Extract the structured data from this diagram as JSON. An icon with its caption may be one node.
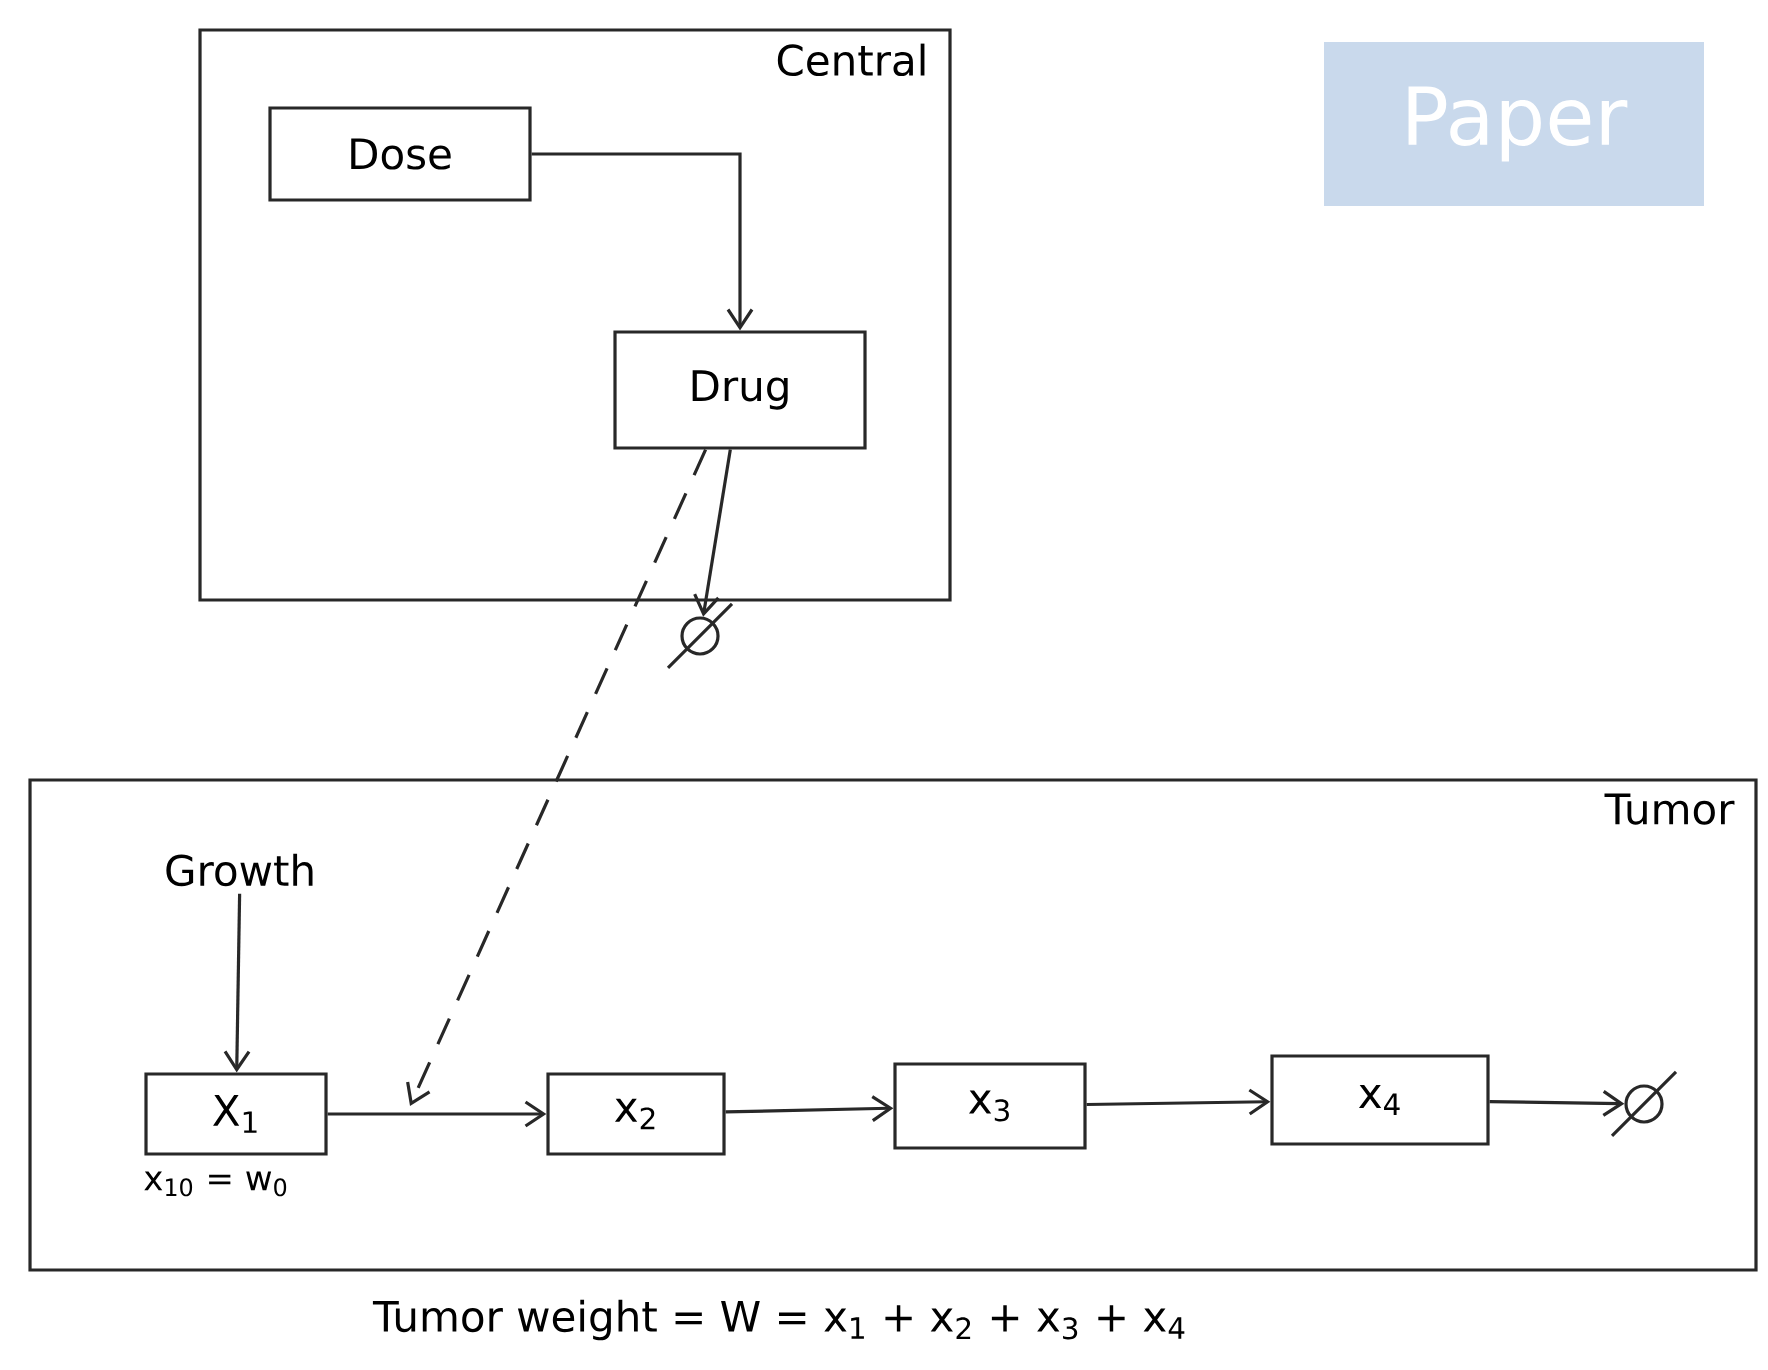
{
  "diagram": {
    "nodes": [
      {
        "text": [
          "Central"
        ]
      },
      {
        "text": [
          "Dose"
        ],
        "in": 0
      },
      {
        "text": [
          "Drug"
        ],
        "in": 0
      },
      {
        "text": [],
        "shape": "circle"
      },
      {
        "text": [
          "Tumor"
        ]
      },
      {
        "text": [
          "Growth"
        ],
        "in": 4
      },
      {
        "text": [
          "X$_{1}$"
        ],
        "in": 4,
        "beside": [
          "x$_{10}$ = w$_{0}$"
        ]
      },
      {
        "text": [
          "x$_{2}$"
        ],
        "in": 4
      },
      {
        "text": [
          "x$_{3}$"
        ],
        "in": 4
      },
      {
        "text": [
          "x$_{4}$"
        ],
        "in": 4
      },
      {
        "text": [],
        "shape": "circle",
        "in": 4
      },
      {
        "text": [
          "Paper"
        ]
      }
    ],
    "edges": [
      {
        "from": 1,
        "to": 2,
        "arrow": "to"
      },
      {
        "from": 2,
        "to": 3,
        "arrow": "to"
      },
      {
        "from": 2,
        "to": null,
        "arrow": "to",
        "style": "dashed"
      },
      {
        "from": 5,
        "to": 6,
        "arrow": "to"
      },
      {
        "from": 6,
        "to": 7,
        "arrow": "to"
      },
      {
        "from": 7,
        "to": 8,
        "arrow": "to"
      },
      {
        "from": 8,
        "to": 9,
        "arrow": "to"
      },
      {
        "from": 9,
        "to": 10,
        "arrow": "to"
      }
    ],
    "labels": [
      "Tumor weight = W = x$_{1}$ + x$_{2}$ + x$_{3}$ + x$_{4}$"
    ]
  }
}
